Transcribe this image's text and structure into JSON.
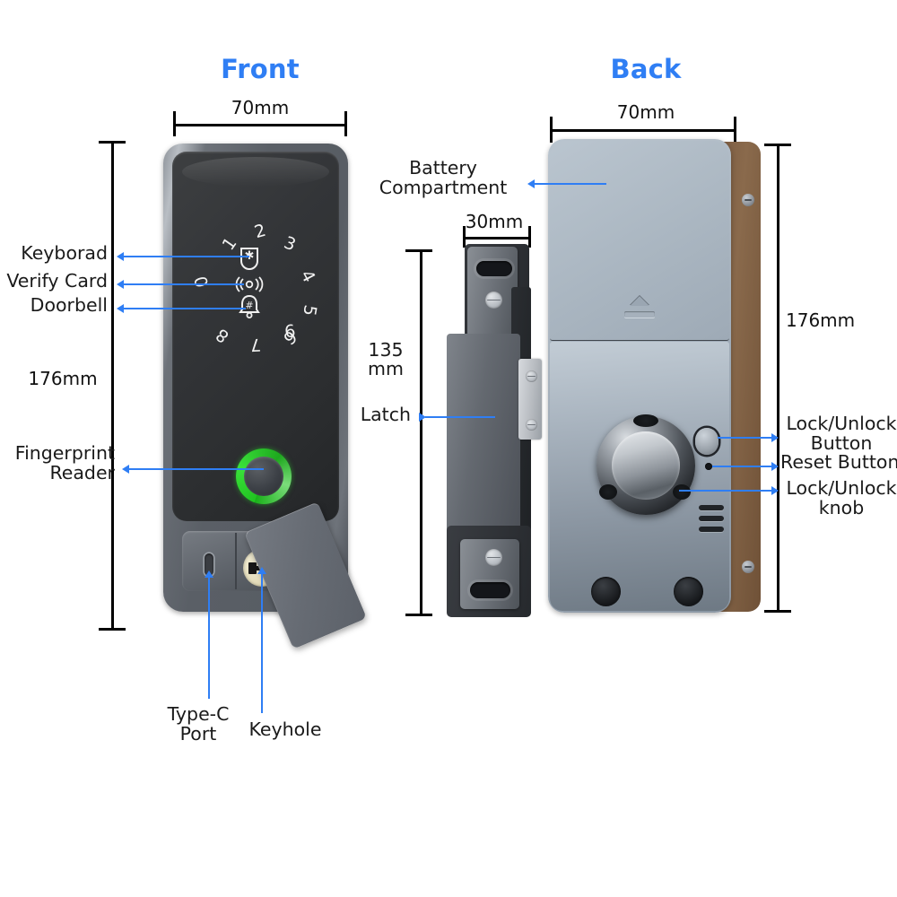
{
  "front": {
    "title": "Front",
    "width_dim": "70mm",
    "height_dim": "176mm",
    "keypad_digits": [
      "0",
      "1",
      "2",
      "3",
      "4",
      "5",
      "6",
      "7",
      "8",
      "9"
    ],
    "center_icons": [
      {
        "name": "keyboard-icon",
        "glyph": "*"
      },
      {
        "name": "verify-card-icon",
        "glyph": "((o))"
      },
      {
        "name": "doorbell-icon",
        "glyph": "#"
      }
    ],
    "callouts": {
      "keyboard": "Keyborad",
      "verify_card": "Verify Card",
      "doorbell": "Doorbell",
      "fingerprint": "Fingerprint\nReader",
      "type_c": "Type-C\nPort",
      "keyhole": "Keyhole"
    }
  },
  "latch": {
    "width_dim": "30mm",
    "height_dim": "135\nmm",
    "label": "Latch"
  },
  "back": {
    "title": "Back",
    "width_dim": "70mm",
    "height_dim": "176mm",
    "callouts": {
      "battery": "Battery\nCompartment",
      "lock_unlock_button": "Lock/Unlock\nButton",
      "reset_button": "Reset Button",
      "lock_unlock_knob": "Lock/Unlock\nknob"
    }
  },
  "colors": {
    "accent": "#2f7ef4",
    "dimension_line": "#000000",
    "fingerprint_ring": "#28c828",
    "text": "#1a1a1a",
    "keyhole": "#e3dcbb",
    "back_panel": "#a6b2be",
    "back_side": "#7c5c42"
  }
}
